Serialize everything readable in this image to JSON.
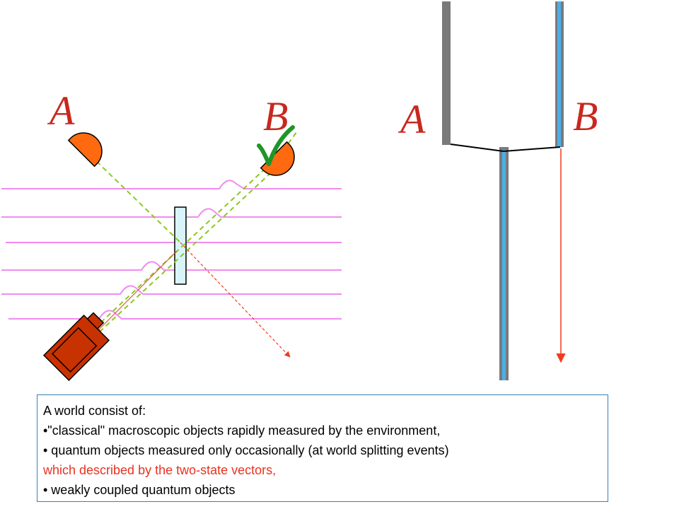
{
  "labels": {
    "left_a": "A",
    "left_b": "B",
    "right_a": "A",
    "right_b": "B"
  },
  "icons": {
    "check": "check-mark-icon"
  },
  "colors": {
    "detector": "#ff6a10",
    "camera": "#c83200",
    "letter": "#c8281e",
    "wave": "#f08cf0",
    "beam": "#8cc81e",
    "arrow": "#f03c1e",
    "check": "#1e9628",
    "plate": "#d8f4fa",
    "world_line_gray": "#7a7a7a",
    "world_line_blue": "#4ab0e8",
    "box_border": "#3c7fb1",
    "highlight_text": "#e8321e"
  },
  "textbox": {
    "lines": [
      "A world consist of:",
      "•\"classical\" macroscopic objects rapidly measured by the environment,",
      "• quantum objects measured only occasionally (at world splitting events)",
      "which described by the two-state vectors,",
      "• weakly coupled quantum objects"
    ]
  }
}
